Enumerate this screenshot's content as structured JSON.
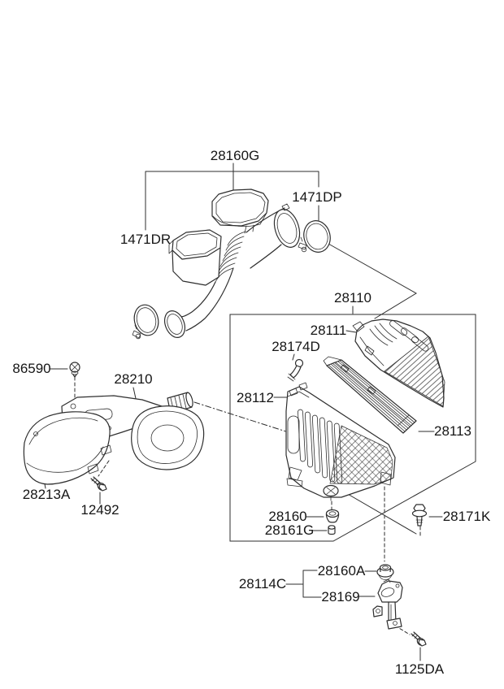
{
  "diagram": {
    "background_color": "#ffffff",
    "line_color": "#2e2e2e",
    "text_color": "#161616",
    "callouts": {
      "c28160G": "28160G",
      "c1471DP": "1471DP",
      "c1471DR": "1471DR",
      "c28110": "28110",
      "c28111": "28111",
      "c28174D": "28174D",
      "c28112": "28112",
      "c28113": "28113",
      "c86590": "86590",
      "c28210": "28210",
      "c28213A": "28213A",
      "c12492": "12492",
      "c28160": "28160",
      "c28161G": "28161G",
      "c28171K": "28171K",
      "c28160A": "28160A",
      "c28114C": "28114C",
      "c28169": "28169",
      "c1125DA": "1125DA"
    }
  }
}
